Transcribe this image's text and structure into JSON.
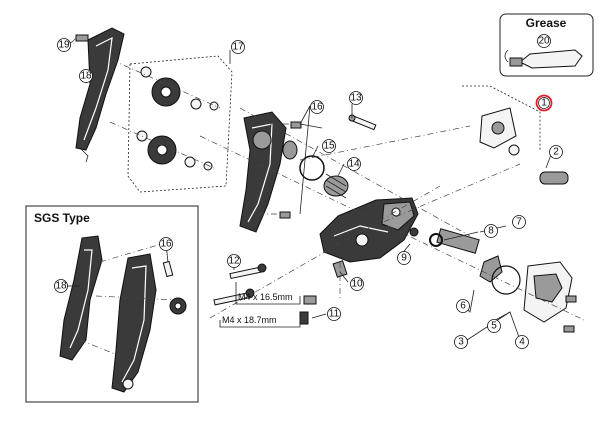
{
  "sgs_box": {
    "title": "SGS Type"
  },
  "grease_box": {
    "title": "Grease"
  },
  "part_numbers": {
    "p1": "1",
    "p2": "2",
    "p3": "3",
    "p4": "4",
    "p5": "5",
    "p6": "6",
    "p7": "7",
    "p8": "8",
    "p9": "9",
    "p10": "10",
    "p11": "11",
    "p12": "12",
    "p13": "13",
    "p14": "14",
    "p15": "15",
    "p16": "16",
    "p16b": "16",
    "p17": "17",
    "p18": "18",
    "p18b": "18",
    "p19": "19",
    "p20": "20"
  },
  "bolt_dimensions": {
    "short": "M4 x 16.5mm",
    "long": "M4 x 18.7mm"
  },
  "colors": {
    "highlight": "#e0202a",
    "line": "#222222",
    "dark_part": "#3a3a3a"
  }
}
